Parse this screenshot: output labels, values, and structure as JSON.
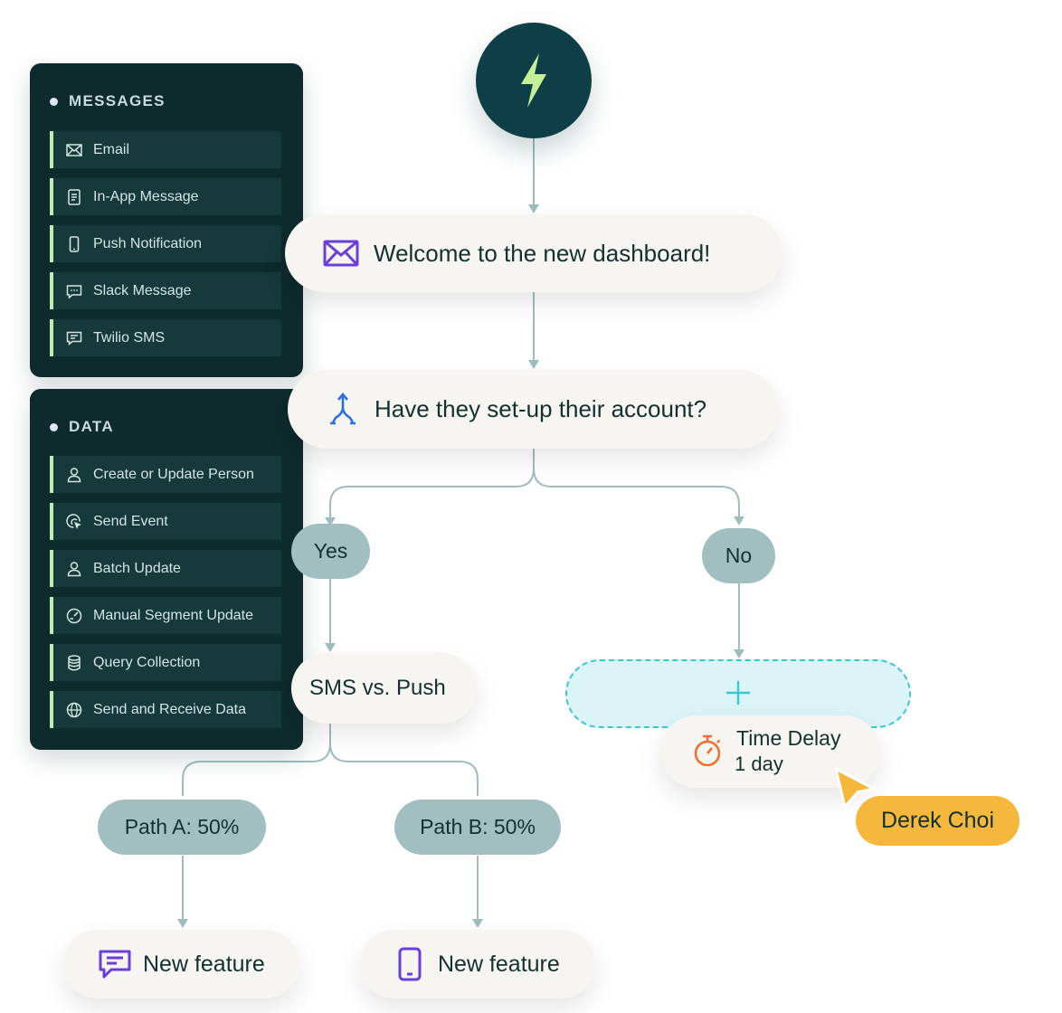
{
  "messages_panel": {
    "title": "MESSAGES",
    "items": [
      {
        "label": "Email",
        "icon": "envelope-icon"
      },
      {
        "label": "In-App Message",
        "icon": "document-icon"
      },
      {
        "label": "Push Notification",
        "icon": "phone-icon"
      },
      {
        "label": "Slack Message",
        "icon": "chat-bubble-icon"
      },
      {
        "label": "Twilio SMS",
        "icon": "sms-icon"
      }
    ]
  },
  "data_panel": {
    "title": "DATA",
    "items": [
      {
        "label": "Create or Update Person",
        "icon": "person-icon"
      },
      {
        "label": "Send Event",
        "icon": "cursor-click-icon"
      },
      {
        "label": "Batch Update",
        "icon": "person-icon"
      },
      {
        "label": "Manual Segment Update",
        "icon": "gauge-icon"
      },
      {
        "label": "Query Collection",
        "icon": "database-icon"
      },
      {
        "label": "Send and Receive Data",
        "icon": "globe-icon"
      }
    ]
  },
  "workflow": {
    "trigger_icon": "lightning-icon",
    "email_node": "Welcome to the new dashboard!",
    "branch_node": "Have they set-up their account?",
    "yes_label": "Yes",
    "no_label": "No",
    "split_node": "SMS vs. Push",
    "path_a": "Path A: 50%",
    "path_b": "Path B: 50%",
    "sms_node": "New feature",
    "push_node": "New feature",
    "delay_title": "Time Delay",
    "delay_value": "1 day",
    "add_icon": "plus-icon"
  },
  "cursor_user": "Derek Choi",
  "colors": {
    "panel_bg": "#0d2a2c",
    "item_bg": "#16393b",
    "item_accent": "#bfeab0",
    "trigger_bg": "#0e3f46",
    "lightning": "#c5f09a",
    "pill_bg": "#a1bfc1",
    "node_bg": "#f6f5f2",
    "dropzone_border": "#3fc5cf",
    "purple_icon": "#6a3fd9",
    "blue_icon": "#2b6fe0",
    "orange_icon": "#f0712e",
    "cursor_yellow": "#f5b83d",
    "connector": "#9fbcbf"
  }
}
